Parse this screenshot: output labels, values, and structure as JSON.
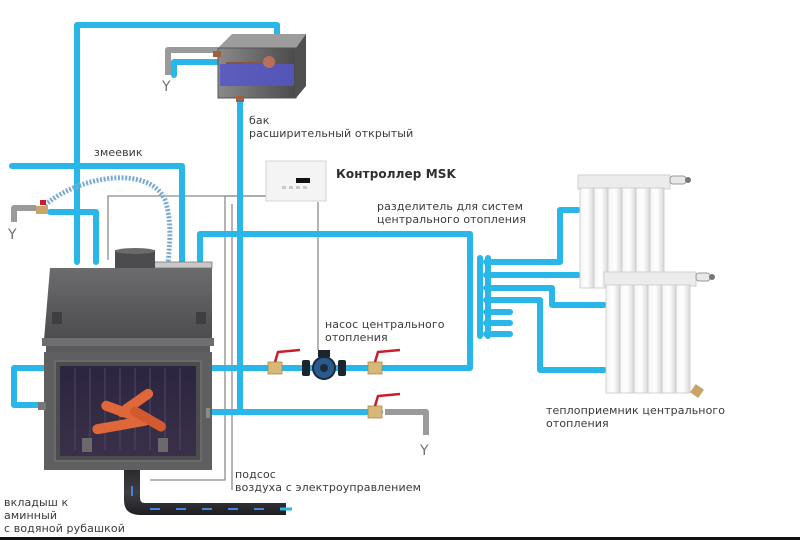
{
  "diagram": {
    "title": "Схема подключения каминной топки с водяной рубашкой",
    "colors": {
      "pipe": "#29b6e8",
      "drain_pipe": "#9a9a9a",
      "fireplace_body": "#5d5d5f",
      "fire": "#e0673a",
      "valve_handle": "#c81e2a",
      "text": "#3a3a3a"
    },
    "labels": {
      "tank": [
        "бак",
        "расширительный открытый"
      ],
      "coil": "змеевик",
      "controller": "Контроллер MSK",
      "manifold": [
        "разделитель для систем",
        "центрального отопления"
      ],
      "pump": [
        "насос центрального",
        "отопления"
      ],
      "radiator": [
        "теплоприемник центрального",
        "отопления"
      ],
      "air_intake": [
        "подсос",
        "воздуха с электроуправлением"
      ],
      "insert": [
        "вкладыш к",
        "аминный",
        "с водяной рубашкой"
      ],
      "drain_symbol": "Y"
    },
    "components": [
      {
        "id": "expansion-tank",
        "name": "бак расширительный открытый"
      },
      {
        "id": "coil",
        "name": "змеевик"
      },
      {
        "id": "controller",
        "name": "Контроллер MSK"
      },
      {
        "id": "manifold",
        "name": "разделитель для систем центрального отопления"
      },
      {
        "id": "pump",
        "name": "насос центрального отопления"
      },
      {
        "id": "radiator-upper",
        "name": "теплоприемник центрального отопления"
      },
      {
        "id": "radiator-lower",
        "name": "теплоприемник центрального отопления"
      },
      {
        "id": "air-intake",
        "name": "подсос воздуха с электроуправлением"
      },
      {
        "id": "fireplace-insert",
        "name": "вкладыш каминный с водяной рубашкой"
      }
    ]
  }
}
